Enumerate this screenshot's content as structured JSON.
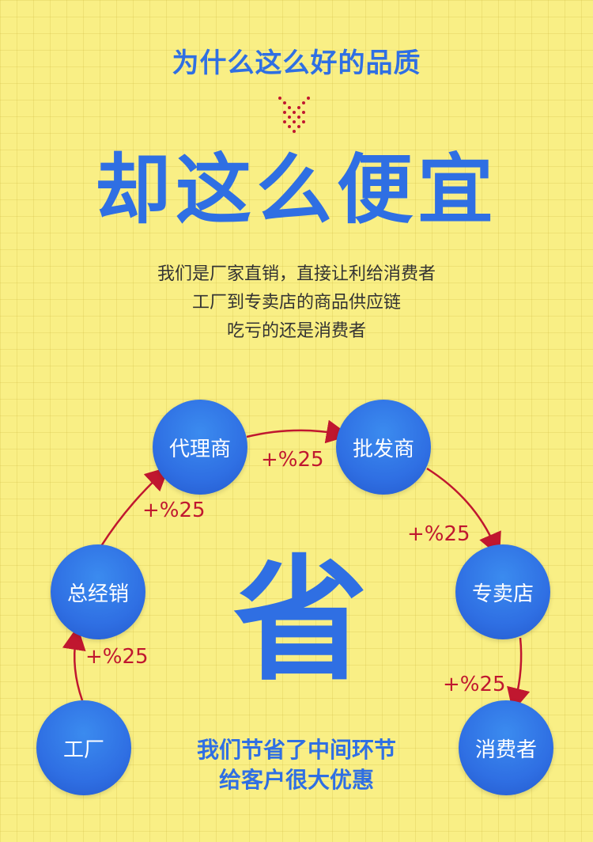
{
  "header": {
    "question": "为什么这么好的品质",
    "headline": "却这么便宜"
  },
  "description": [
    "我们是厂家直销，直接让利给消费者",
    "工厂到专卖店的商品供应链",
    "吃亏的还是消费者"
  ],
  "diagram": {
    "center_char": "省",
    "nodes": {
      "factory": "工厂",
      "distributor": "总经销",
      "agent": "代理商",
      "wholesaler": "批发商",
      "store": "专卖店",
      "consumer": "消费者"
    },
    "markups": [
      "+%25",
      "+%25",
      "+%25",
      "+%25",
      "+%25"
    ]
  },
  "footer": {
    "line1": "我们节省了中间环节",
    "line2": "给客户很大优惠"
  },
  "colors": {
    "background": "#f9ef85",
    "primary": "#2f6fe3",
    "arrow": "#c0172f",
    "text": "#333333"
  }
}
